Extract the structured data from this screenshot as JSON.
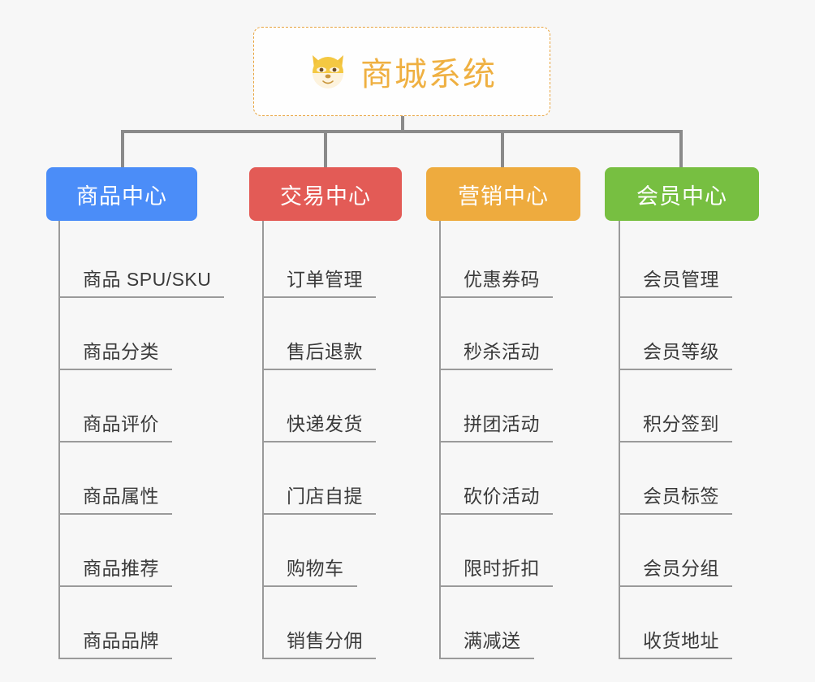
{
  "page": {
    "background_color": "#f7f7f7",
    "line_color": "#8a8a8a"
  },
  "root": {
    "title": "商城系统",
    "icon": "shiba-dog-face-emoji",
    "icon_glyph": "🐕",
    "border_color": "#e8a33d",
    "text_color": "#efb041",
    "border_style": "dashed"
  },
  "columns": [
    {
      "id": "product-center",
      "label": "商品中心",
      "color": "#4b8df8",
      "items": [
        "商品 SPU/SKU",
        "商品分类",
        "商品评价",
        "商品属性",
        "商品推荐",
        "商品品牌"
      ]
    },
    {
      "id": "trade-center",
      "label": "交易中心",
      "color": "#e35b56",
      "items": [
        "订单管理",
        "售后退款",
        "快递发货",
        "门店自提",
        "购物车",
        "销售分佣"
      ]
    },
    {
      "id": "marketing-center",
      "label": "营销中心",
      "color": "#eeab3e",
      "items": [
        "优惠券码",
        "秒杀活动",
        "拼团活动",
        "砍价活动",
        "限时折扣",
        "满减送"
      ]
    },
    {
      "id": "member-center",
      "label": "会员中心",
      "color": "#77bf41",
      "items": [
        "会员管理",
        "会员等级",
        "积分签到",
        "会员标签",
        "会员分组",
        "收货地址"
      ]
    }
  ]
}
